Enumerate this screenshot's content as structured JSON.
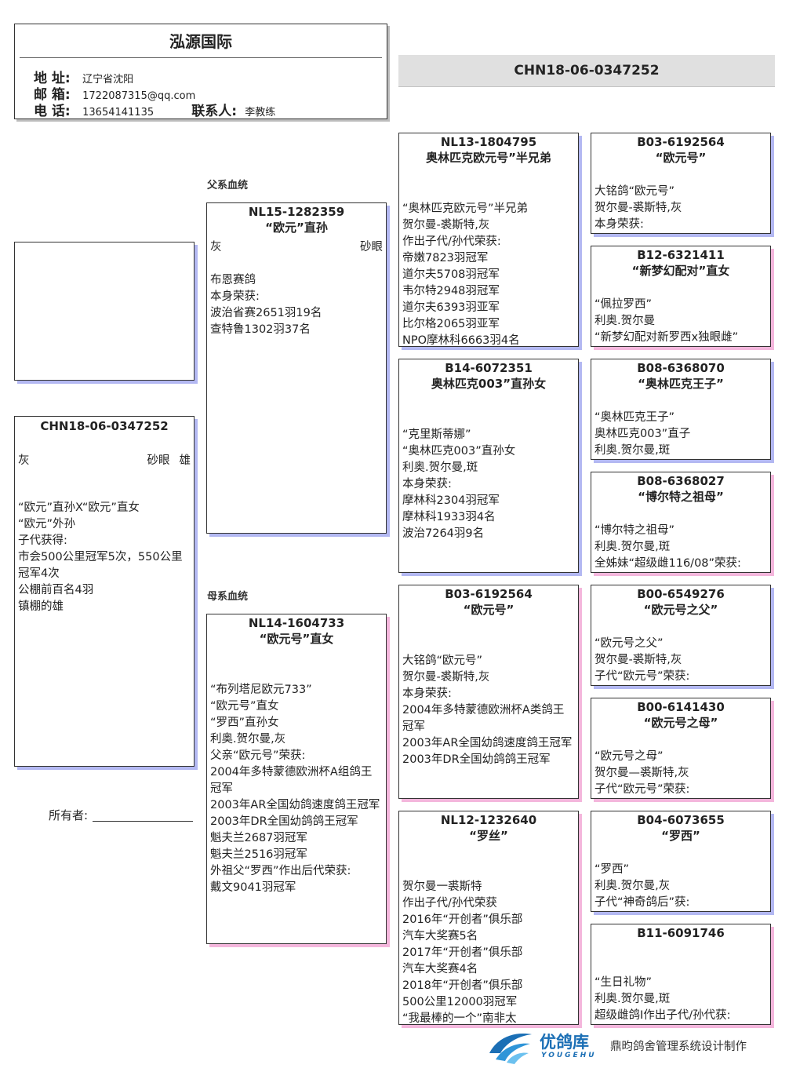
{
  "header": {
    "kennel_name": "泓源国际",
    "address_label": "地 址:",
    "address": "辽宁省沈阳",
    "email_label": "邮 箱:",
    "email": "1722087315@qq.com",
    "phone_label": "电 话:",
    "phone": "13654141135",
    "contact_label": "联系人:",
    "contact": "李教练"
  },
  "ring_banner": "CHN18-06-0347252",
  "labels": {
    "sire_line": "父系血统",
    "dam_line": "母系血统",
    "owner": "所有者:"
  },
  "subject": {
    "ring": "CHN18-06-0347252",
    "color": "灰",
    "eye": "砂眼",
    "sex": "雄",
    "desc": [
      "“欧元”直孙X“欧元”直女",
      "“欧元”外孙",
      "子代获得:",
      "市会500公里冠军5次，550公里冠军4次",
      "公棚前百名4羽",
      "镇棚的雄"
    ]
  },
  "sire": {
    "ring": "NL15-1282359",
    "name": "“欧元”直孙",
    "color": "灰",
    "eye": "砂眼",
    "desc": [
      "布恩赛鸽",
      "本身荣获:",
      "波治省赛2651羽19名",
      "查特鲁1302羽37名"
    ]
  },
  "dam": {
    "ring": "NL14-1604733",
    "name": "“欧元号”直女",
    "desc": [
      "“布列塔尼欧元733”",
      "“欧元号”直女",
      "“罗西”直孙女",
      "利奥.贺尔曼,灰",
      "父亲“欧元号”荣获:",
      "2004年多特蒙德欧洲杯A组鸽王冠军",
      "2003年AR全国幼鸽速度鸽王冠军",
      "2003年DR全国幼鸽鸽王冠军",
      "魁夫兰2687羽冠军",
      "魁夫兰2516羽冠军",
      "外祖父“罗西”作出后代荣获:",
      "戴文9041羽冠军"
    ]
  },
  "sire_sire": {
    "ring": "NL13-1804795",
    "name": "奥林匹克欧元号”半兄弟",
    "desc": [
      "“奥林匹克欧元号”半兄弟",
      "贺尔曼-裘斯特,灰",
      "作出子代/孙代荣获:",
      "帝嫩7823羽冠军",
      "道尔夫5708羽冠军",
      "韦尔特2948羽冠军",
      "道尔夫6393羽亚军",
      "比尔格2065羽亚军",
      "NPO摩林科6663羽4名"
    ]
  },
  "sire_dam": {
    "ring": "B14-6072351",
    "name": "奥林匹克003”直孙女",
    "desc": [
      "“克里斯蒂娜”",
      "“奥林匹克003”直孙女",
      "利奥.贺尔曼,斑",
      "本身荣获:",
      "摩林科2304羽冠军",
      "摩林科1933羽4名",
      "波治7264羽9名"
    ]
  },
  "dam_sire": {
    "ring": "B03-6192564",
    "name": "“欧元号”",
    "desc": [
      "大铭鸽“欧元号”",
      "贺尔曼-裘斯特,灰",
      "本身荣获:",
      "2004年多特蒙德欧洲杯A类鸽王",
      "冠军",
      "2003年AR全国幼鸽速度鸽王冠军",
      "2003年DR全国幼鸽鸽王冠军"
    ]
  },
  "dam_dam": {
    "ring": "NL12-1232640",
    "name": "“罗丝”",
    "desc": [
      "贺尔曼一裘斯特",
      "作出子代/孙代荣获",
      "2016年“开创者”俱乐部",
      "汽车大奖赛5名",
      "2017年“开创者”俱乐部",
      "汽车大奖赛4名",
      "2018年“开创者”俱乐部",
      "500公里12000羽冠军",
      "“我最棒的一个”南非太"
    ]
  },
  "gg1": {
    "ring": "B03-6192564",
    "name": "“欧元号”",
    "desc": [
      "大铭鸽“欧元号”",
      "贺尔曼-裘斯特,灰",
      "本身荣获:"
    ]
  },
  "gg2": {
    "ring": "B12-6321411",
    "name": "“新梦幻配对”直女",
    "desc": [
      "“佩拉罗西”",
      "利奥.贺尔曼",
      "“新梦幻配对新罗西x独眼雌”"
    ]
  },
  "gg3": {
    "ring": "B08-6368070",
    "name": "“奥林匹克王子”",
    "desc": [
      "“奥林匹克王子”",
      "奥林匹克003”直子",
      "利奥.贺尔曼,斑"
    ]
  },
  "gg4": {
    "ring": "B08-6368027",
    "name": "“博尔特之祖母”",
    "desc": [
      "“博尔特之祖母”",
      "利奥.贺尔曼,斑",
      "全姊妹“超级雌116/08”荣获:"
    ]
  },
  "gg5": {
    "ring": "B00-6549276",
    "name": "“欧元号之父”",
    "desc": [
      "“欧元号之父”",
      "贺尔曼-裘斯特,灰",
      "子代“欧元号”荣获:"
    ]
  },
  "gg6": {
    "ring": "B00-6141430",
    "name": "“欧元号之母”",
    "desc": [
      "“欧元号之母”",
      "贺尔曼—裘斯特,灰",
      "子代“欧元号”荣获:"
    ]
  },
  "gg7": {
    "ring": "B04-6073655",
    "name": "“罗西”",
    "desc": [
      "“罗西”",
      "利奥.贺尔曼,灰",
      "子代“神奇鸽后”获:"
    ]
  },
  "gg8": {
    "ring": "B11-6091746",
    "name": "",
    "desc": [
      "“生日礼物”",
      "利奥.贺尔曼,斑",
      "超级雌鸽I作出子代/孙代获:"
    ]
  },
  "footer": {
    "brand": "优鸽库",
    "brand_en": "YOUGEHU",
    "credit": "鼎昀鸽舍管理系统设计制作"
  },
  "colors": {
    "shadow_sire": "#b3b8f2",
    "shadow_dam": "#f4b6dc",
    "brand": "#1b6fb5"
  }
}
